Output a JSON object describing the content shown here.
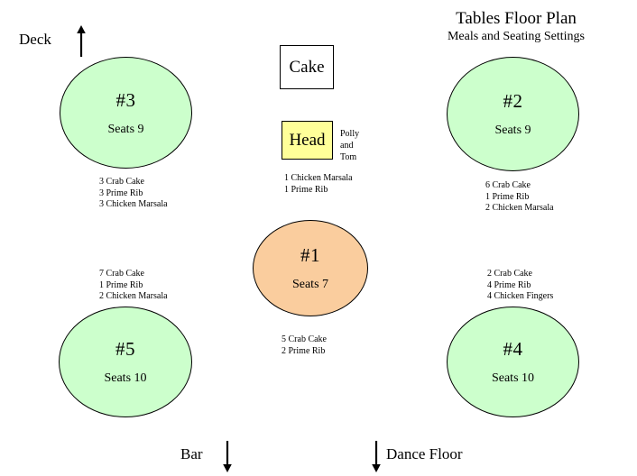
{
  "title": {
    "main": "Tables Floor Plan",
    "sub": "Meals and Seating Settings"
  },
  "colors": {
    "table_green": "#CCFFCC",
    "table_orange": "#FACD9E",
    "head_yellow": "#FFFF99",
    "cake_white": "#FFFFFF",
    "outline": "#000000"
  },
  "tables": [
    {
      "id": "table-3",
      "number": "#3",
      "seats": "Seats 9",
      "color": "#CCFFCC",
      "meals": [
        "3 Crab Cake",
        "3 Prime Rib",
        "3 Chicken Marsala"
      ]
    },
    {
      "id": "table-2",
      "number": "#2",
      "seats": "Seats 9",
      "color": "#CCFFCC",
      "meals": [
        "6 Crab Cake",
        "1 Prime Rib",
        "2 Chicken Marsala"
      ]
    },
    {
      "id": "table-1",
      "number": "#1",
      "seats": "Seats 7",
      "color": "#FACD9E",
      "meals": [
        "5 Crab Cake",
        "2 Prime Rib"
      ]
    },
    {
      "id": "table-5",
      "number": "#5",
      "seats": "Seats 10",
      "color": "#CCFFCC",
      "meals": [
        "7 Crab Cake",
        "1 Prime Rib",
        "2 Chicken Marsala"
      ]
    },
    {
      "id": "table-4",
      "number": "#4",
      "seats": "Seats 10",
      "color": "#CCFFCC",
      "meals": [
        "2 Crab Cake",
        "4 Prime Rib",
        "4 Chicken Fingers"
      ]
    }
  ],
  "cake_table": {
    "label": "Cake"
  },
  "head_table": {
    "label": "Head",
    "guests": [
      "Polly",
      "and",
      "Tom"
    ],
    "meals": [
      "1 Chicken Marsala",
      "1 Prime Rib"
    ]
  },
  "room_labels": {
    "deck": "Deck",
    "bar": "Bar",
    "dance_floor": "Dance Floor"
  },
  "arrows": {
    "deck": "arrow-up-icon",
    "bar": "arrow-down-icon",
    "dance_floor": "arrow-down-icon"
  }
}
